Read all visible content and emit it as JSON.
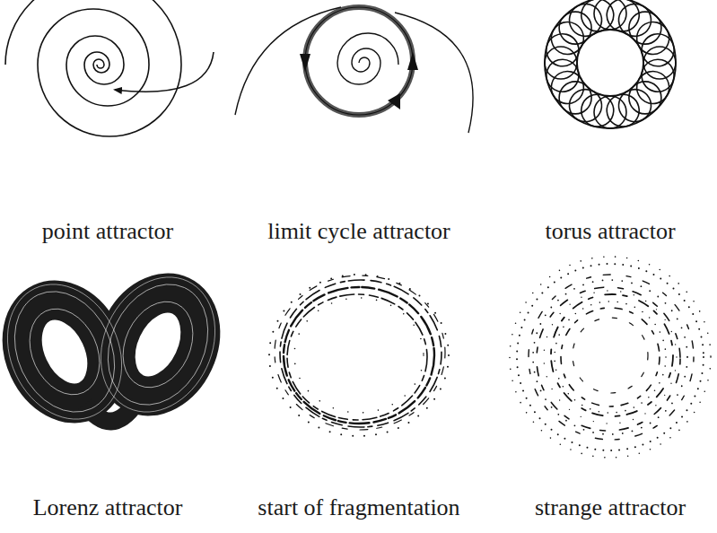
{
  "diagram": {
    "labels": [
      "point attractor",
      "limit cycle attractor",
      "torus attractor",
      "Lorenz attractor",
      "start of fragmentation",
      "strange attractor"
    ]
  }
}
